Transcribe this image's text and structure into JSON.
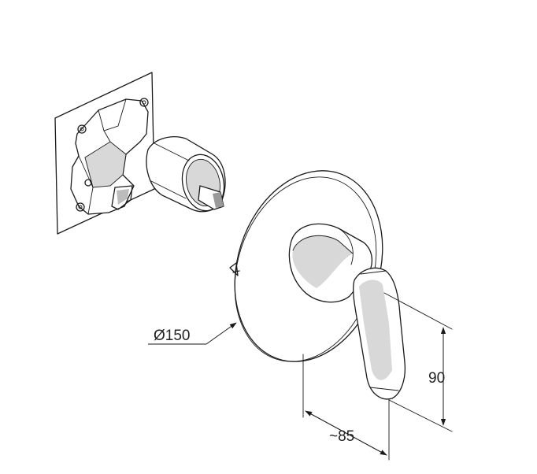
{
  "drawing": {
    "dimensions": {
      "diameter_label": "Ø150",
      "height_label": "90",
      "depth_label": "~85"
    }
  }
}
